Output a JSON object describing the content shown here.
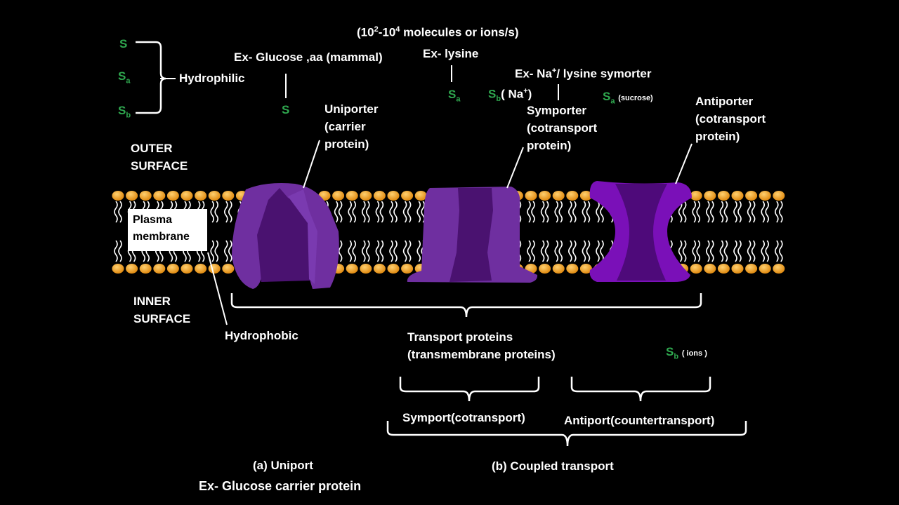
{
  "rate": {
    "prefix": "(10",
    "exp1": "2",
    "mid": "-10",
    "exp2": "4",
    "suffix": " molecules or ions/s)"
  },
  "solutes": {
    "s": "S",
    "sa_base": "S",
    "sa_sub": "a",
    "sb_base": "S",
    "sb_sub": "b",
    "hydrophilic": "Hydrophilic"
  },
  "uniport": {
    "example": "Ex- Glucose ,aa (mammal)",
    "solute": "S",
    "label_lines": [
      "Uniporter",
      "(carrier",
      "protein)"
    ]
  },
  "symport": {
    "example": "Ex- lysine",
    "sa_base": "S",
    "sa_sub": "a",
    "sb_base": "S",
    "sb_sub": "b",
    "sb_note_open": "( Na",
    "sb_note_sup": "+",
    "sb_note_close": ")",
    "symorter_prefix": "Ex- Na",
    "symorter_sup": "+",
    "symorter_suffix": "/ lysine symorter",
    "label_lines": [
      "Symporter",
      "(cotransport",
      "protein)"
    ]
  },
  "antiport": {
    "sa_base": "S",
    "sa_sub": "a",
    "sa_note": "(sucrose)",
    "label_lines": [
      "Antiporter",
      "(cotransport",
      "protein)"
    ],
    "sb_base": "S",
    "sb_sub": "b",
    "sb_note": "( ions )"
  },
  "surfaces": {
    "outer": [
      "OUTER",
      "SURFACE"
    ],
    "inner": [
      "INNER",
      "SURFACE"
    ]
  },
  "plasma_membrane": [
    "Plasma",
    "membrane"
  ],
  "hydrophobic": "Hydrophobic",
  "transport_proteins": [
    "Transport proteins",
    "(transmembrane  proteins)"
  ],
  "symport_label": "Symport(cotransport)",
  "antiport_label": "Antiport(countertransport)",
  "caption_a": "(a) Uniport",
  "caption_b": "(b) Coupled transport",
  "caption_example": "Ex- Glucose carrier protein",
  "colors": {
    "background": "#000000",
    "head": "#f0a030",
    "tail": "#ffffff",
    "protein_light": "#6f2fa0",
    "protein_dark": "#4a1270",
    "antiporter_light": "#7a10b8",
    "antiporter_dark": "#4e0a7a",
    "solute_green": "#2fa84f"
  }
}
